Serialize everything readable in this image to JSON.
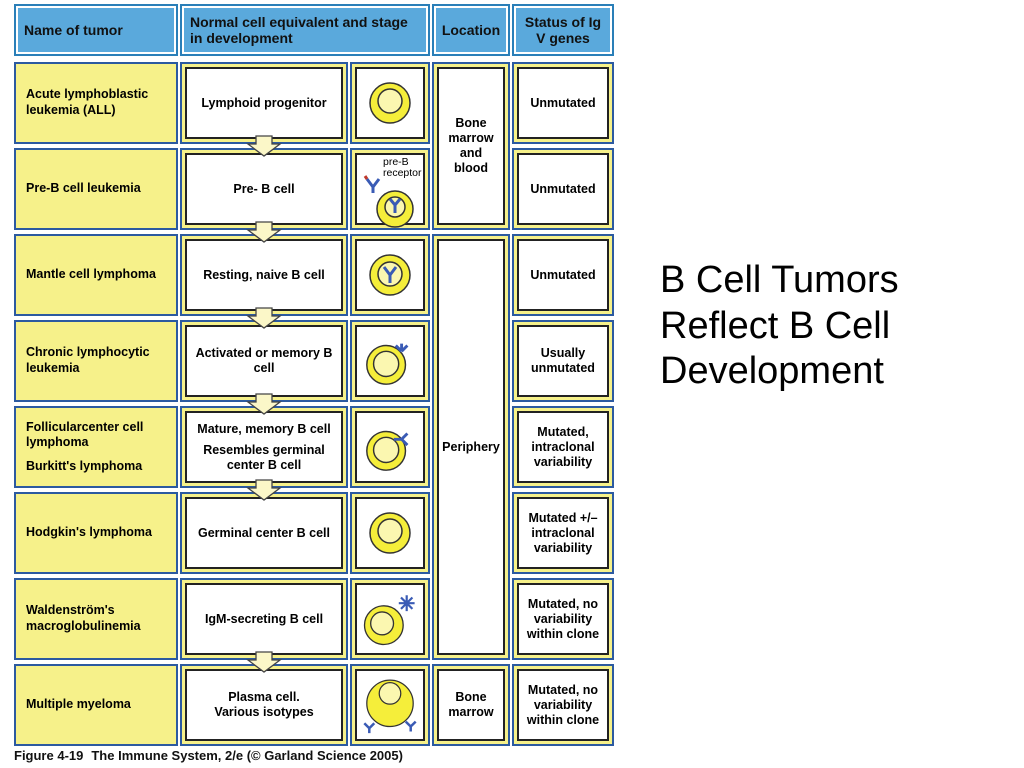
{
  "slide": {
    "title_lines": [
      "B Cell Tumors",
      "Reflect B Cell",
      "Development"
    ]
  },
  "table": {
    "headers": {
      "name": "Name of tumor",
      "stage": "Normal cell equivalent and stage in development",
      "location": "Location",
      "status": "Status of Ig V genes"
    },
    "rows": [
      {
        "name": [
          "Acute lymphoblastic leukemia (ALL)"
        ],
        "stage": [
          "Lymphoid progenitor"
        ],
        "status": "Unmutated"
      },
      {
        "name": [
          "Pre-B cell leukemia"
        ],
        "stage": [
          "Pre- B  cell"
        ],
        "status": "Unmutated",
        "cell_label": "pre-B receptor"
      },
      {
        "name": [
          "Mantle cell lymphoma"
        ],
        "stage": [
          "Resting, naive B cell"
        ],
        "status": "Unmutated"
      },
      {
        "name": [
          "Chronic lymphocytic leukemia"
        ],
        "stage": [
          "Activated or memory B cell"
        ],
        "status": "Usually unmutated"
      },
      {
        "name": [
          "Follicularcenter cell lymphoma",
          "Burkitt's lymphoma"
        ],
        "stage": [
          "Mature, memory B cell",
          "Resembles germinal center B cell"
        ],
        "status": "Mutated, intraclonal variability"
      },
      {
        "name": [
          "Hodgkin's lymphoma"
        ],
        "stage": [
          "Germinal center B cell"
        ],
        "status": "Mutated +/– intraclonal variability"
      },
      {
        "name": [
          "Waldenström's macroglobulinemia"
        ],
        "stage": [
          "IgM-secreting B  cell"
        ],
        "status": "Mutated, no variability within clone"
      },
      {
        "name": [
          "Multiple myeloma"
        ],
        "stage": [
          "Plasma cell.",
          "Various isotypes"
        ],
        "status": "Mutated, no variability within clone"
      }
    ],
    "locations": {
      "bone_marrow_blood": "Bone marrow and blood",
      "periphery": "Periphery",
      "bone_marrow": "Bone marrow"
    }
  },
  "caption": {
    "label": "Figure 4-19",
    "text": "The Immune System, 2/e (© Garland Science 2005)"
  },
  "colors": {
    "header_blue": "#5aa9dc",
    "row_yellow": "#f6f18a",
    "border_blue": "#2c5aa0",
    "cell_yellow": "#f5ee3a"
  }
}
